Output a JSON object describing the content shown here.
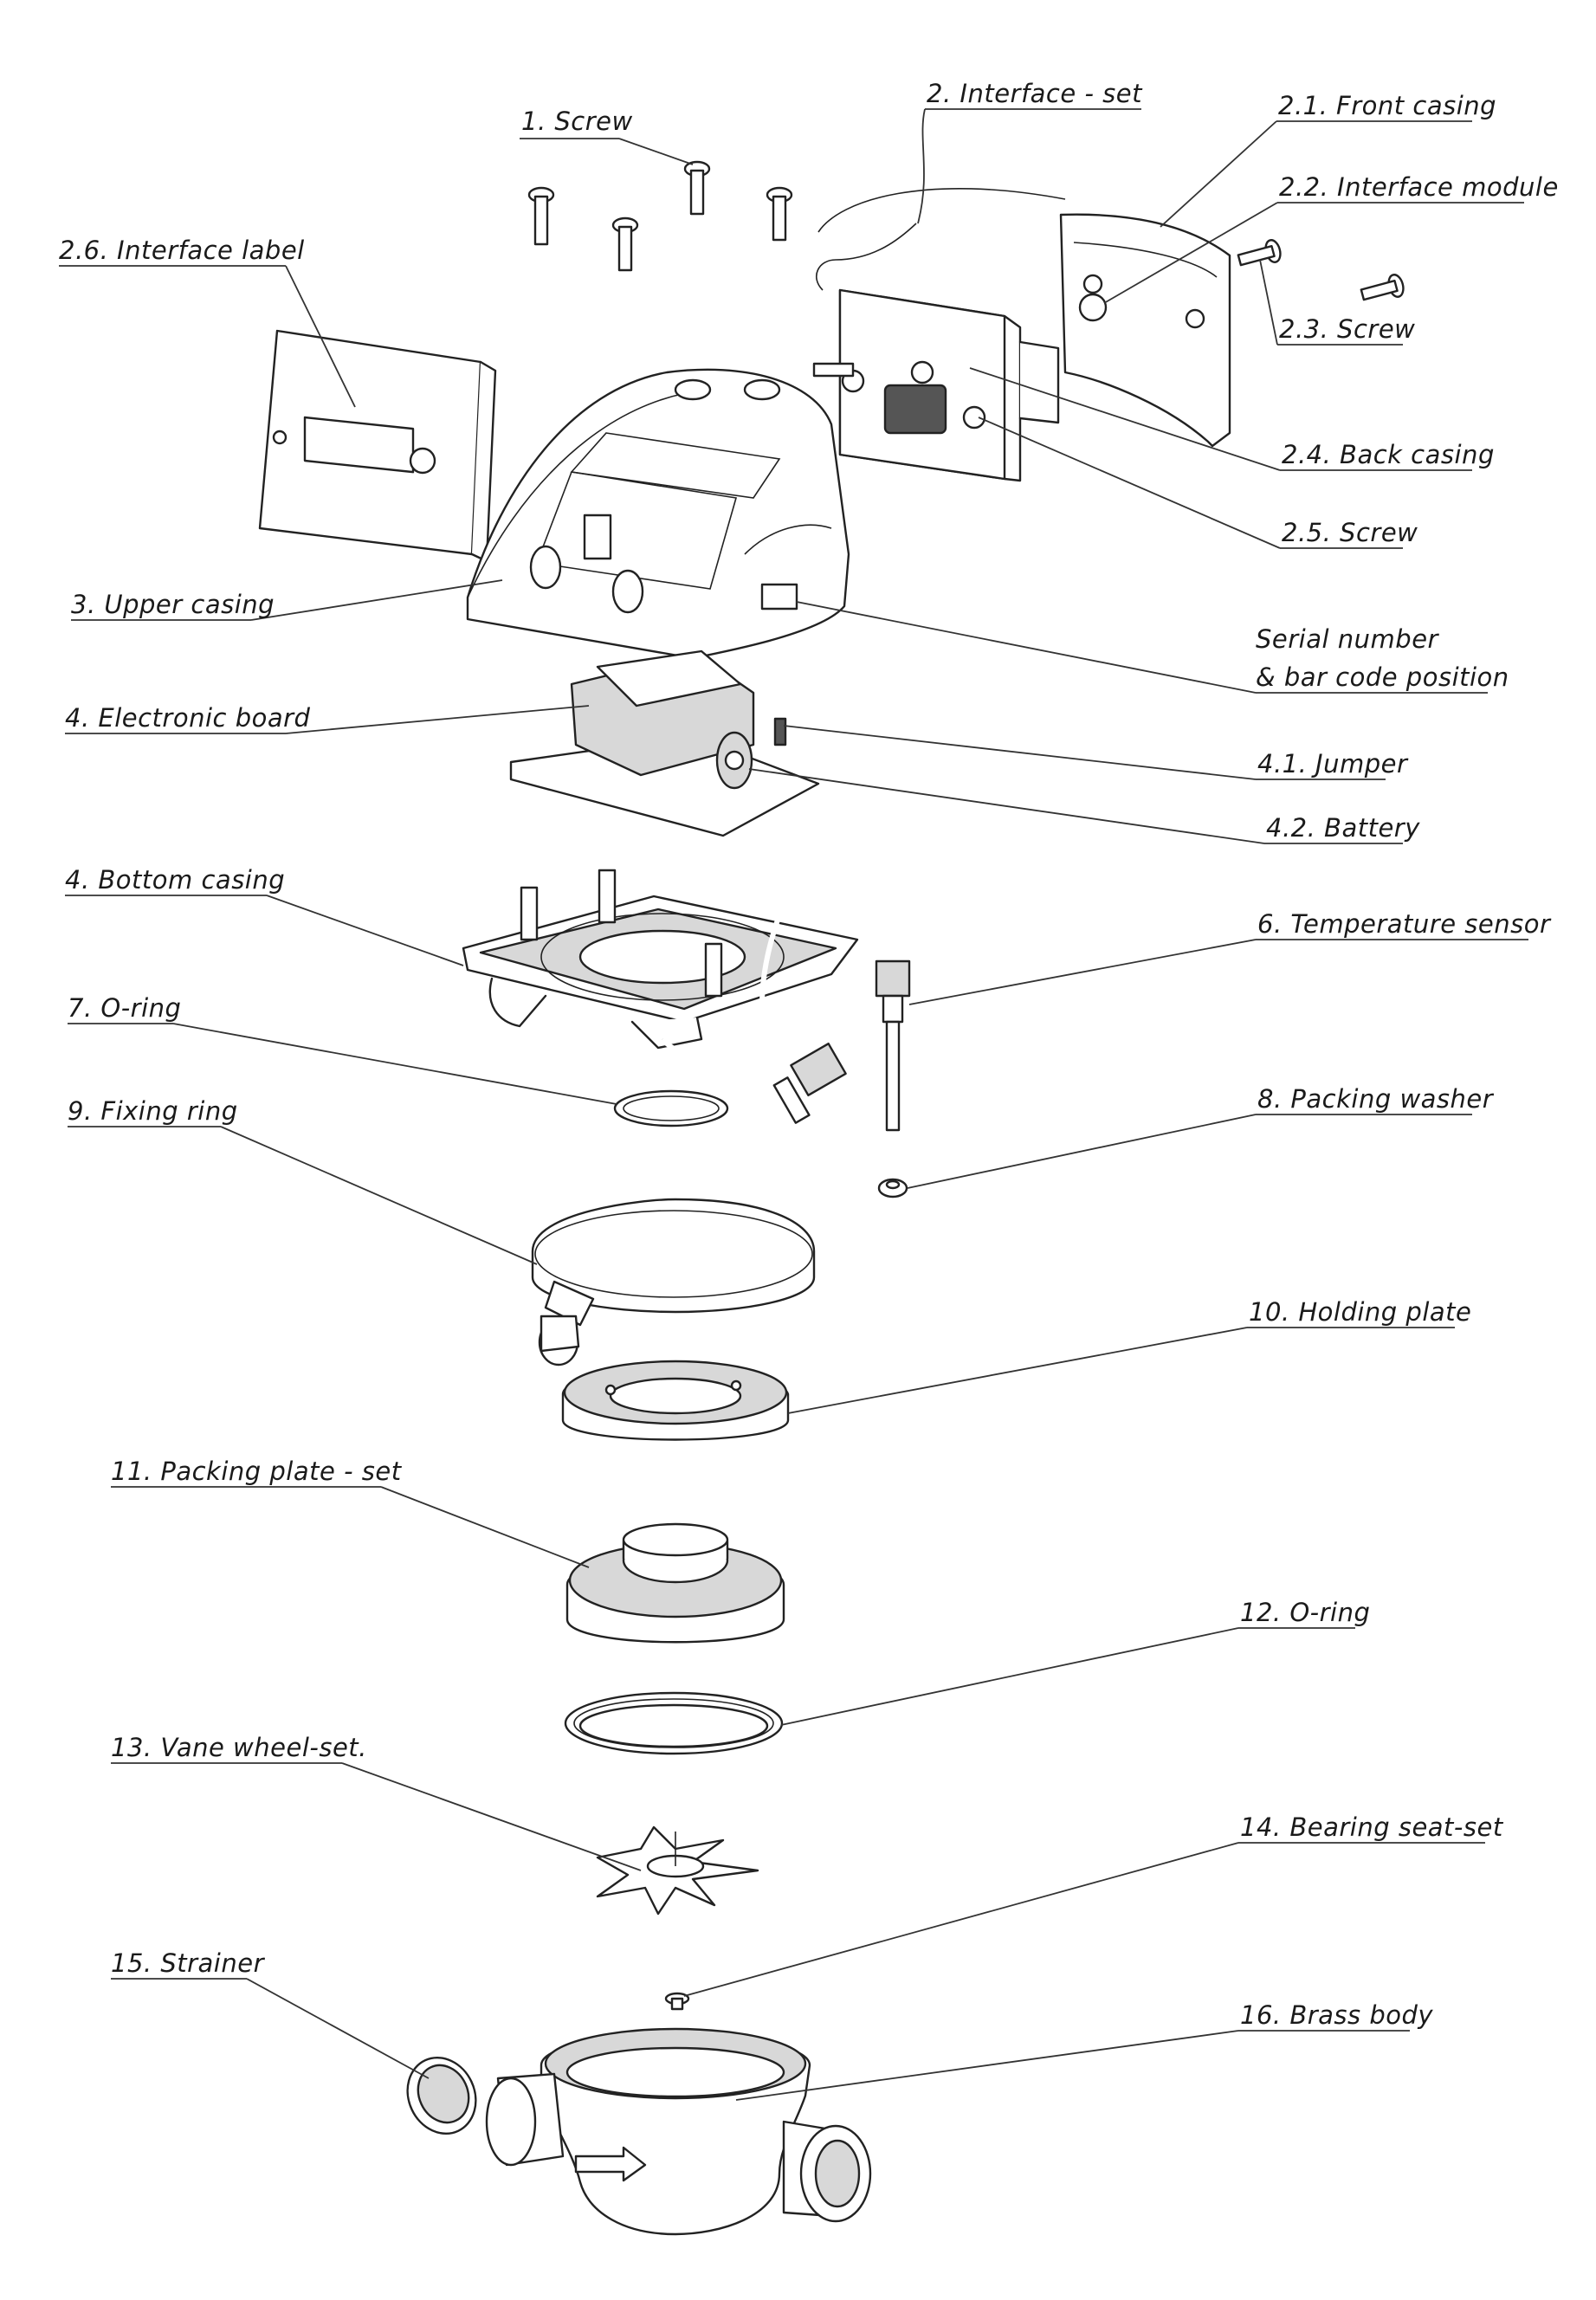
{
  "labels": {
    "screw": "1. Screw",
    "interface_set": "2. Interface - set",
    "front_casing": "2.1. Front casing",
    "interface_module": "2.2. Interface module",
    "screw_2_3": "2.3. Screw",
    "back_casing": "2.4. Back casing",
    "screw_2_5": "2.5. Screw",
    "interface_label": "2.6. Interface label",
    "upper_casing": "3. Upper casing",
    "serial_number_line1": "Serial number",
    "serial_number_line2": "& bar code position",
    "electronic_board": "4. Electronic board",
    "jumper": "4.1. Jumper",
    "battery": "4.2. Battery",
    "bottom_casing": "4. Bottom casing",
    "temperature_sensor": "6. Temperature sensor",
    "o_ring_7": "7. O-ring",
    "packing_washer": "8. Packing washer",
    "fixing_ring": "9. Fixing ring",
    "holding_plate": "10. Holding plate",
    "packing_plate_set": "11. Packing plate - set",
    "o_ring_12": "12. O-ring",
    "vane_wheel_set": "13. Vane wheel-set.",
    "bearing_seat_set": "14. Bearing seat-set",
    "strainer": "15. Strainer",
    "brass_body": "16. Brass body"
  }
}
